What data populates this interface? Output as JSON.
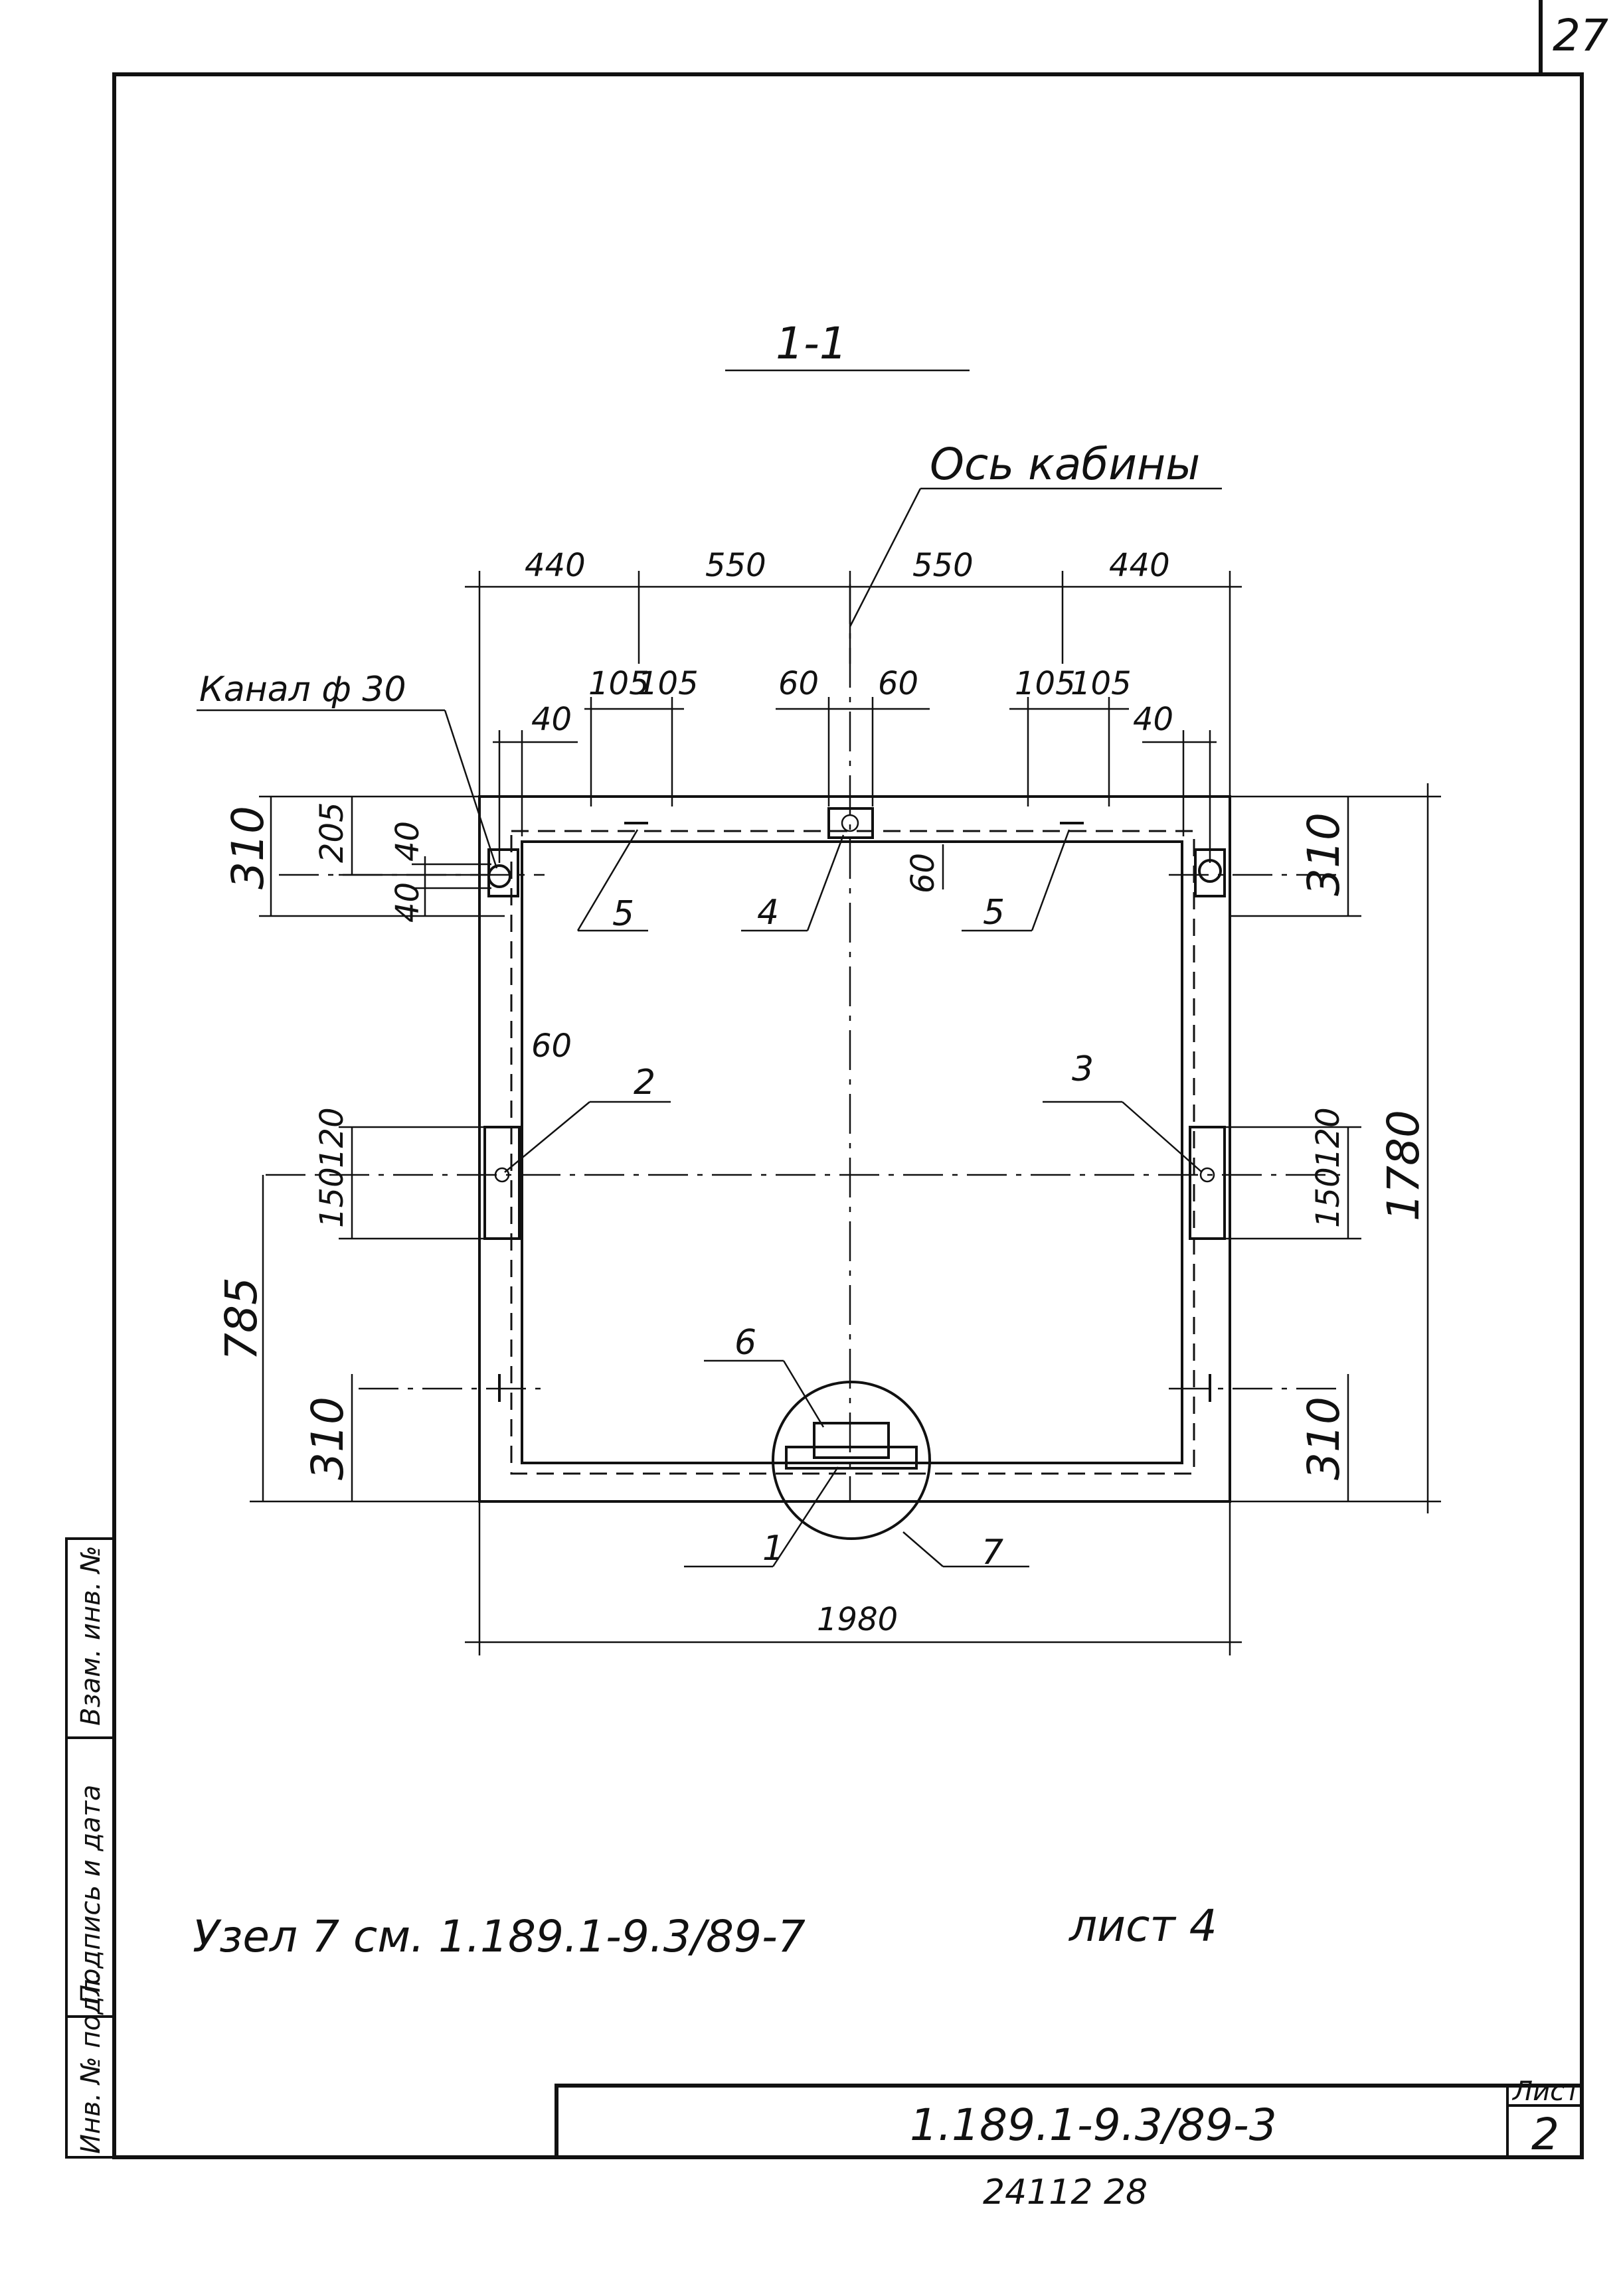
{
  "sheet_corner_number": "27",
  "section_title": "1-1",
  "cabin_axis_label": "Ось кабины",
  "channel_label": "Канал ф 30",
  "dimensions": {
    "top_spans": [
      "440",
      "550",
      "550",
      "440"
    ],
    "left_105a": "105",
    "left_105b": "105",
    "center_60a": "60",
    "center_60b": "60",
    "right_105a": "105",
    "right_105b": "105",
    "left_40": "40",
    "right_40": "40",
    "left_310": "310",
    "left_205": "205",
    "left_40a": "40",
    "left_40b": "40",
    "center_60_vert": "60",
    "right_310_top": "310",
    "total_height": "1780",
    "left_60": "60",
    "left_120": "120",
    "left_150": "150",
    "right_120": "120",
    "right_150": "150",
    "left_785": "785",
    "left_310_bottom": "310",
    "right_310_bottom": "310",
    "total_width": "1980"
  },
  "callouts": [
    "1",
    "2",
    "3",
    "4",
    "5",
    "5",
    "6",
    "7"
  ],
  "note": {
    "text": "Узел 7 см. 1.189.1-9.3/89-7",
    "sheet_ref": "лист 4"
  },
  "side_stamp": {
    "inv_no_orig": "Инв. № подл.",
    "signature_date": "Подпись и дата",
    "replaced_inv": "Взам. инв. №"
  },
  "title_block": {
    "doc_code": "1.189.1-9.3/89-3",
    "sheet_label": "Лист",
    "sheet_number": "2"
  },
  "footer_number": "24112   28"
}
